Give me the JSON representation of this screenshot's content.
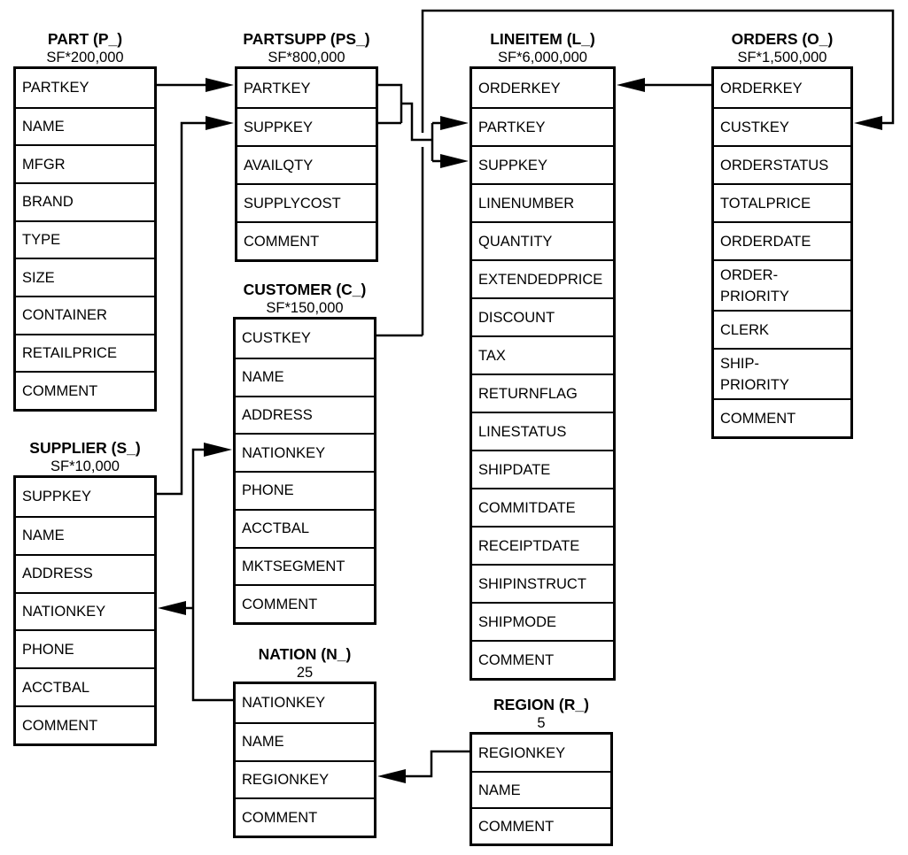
{
  "diagram": {
    "name": "TPC-H schema entity-relationship diagram",
    "colors": {
      "line": "#000000",
      "background": "#ffffff",
      "text": "#000000"
    }
  },
  "tables": {
    "part": {
      "title": "PART (P_)",
      "cardinality": "SF*200,000",
      "columns": [
        "PARTKEY",
        "NAME",
        "MFGR",
        "BRAND",
        "TYPE",
        "SIZE",
        "CONTAINER",
        "RETAILPRICE",
        "COMMENT"
      ]
    },
    "partsupp": {
      "title": "PARTSUPP (PS_)",
      "cardinality": "SF*800,000",
      "columns": [
        "PARTKEY",
        "SUPPKEY",
        "AVAILQTY",
        "SUPPLYCOST",
        "COMMENT"
      ]
    },
    "lineitem": {
      "title": "LINEITEM (L_)",
      "cardinality": "SF*6,000,000",
      "columns": [
        "ORDERKEY",
        "PARTKEY",
        "SUPPKEY",
        "LINENUMBER",
        "QUANTITY",
        "EXTENDEDPRICE",
        "DISCOUNT",
        "TAX",
        "RETURNFLAG",
        "LINESTATUS",
        "SHIPDATE",
        "COMMITDATE",
        "RECEIPTDATE",
        "SHIPINSTRUCT",
        "SHIPMODE",
        "COMMENT"
      ]
    },
    "orders": {
      "title": "ORDERS (O_)",
      "cardinality": "SF*1,500,000",
      "columns": [
        "ORDERKEY",
        "CUSTKEY",
        "ORDERSTATUS",
        "TOTALPRICE",
        "ORDERDATE",
        "ORDER-\nPRIORITY",
        "CLERK",
        "SHIP-\nPRIORITY",
        "COMMENT"
      ]
    },
    "customer": {
      "title": "CUSTOMER (C_)",
      "cardinality": "SF*150,000",
      "columns": [
        "CUSTKEY",
        "NAME",
        "ADDRESS",
        "NATIONKEY",
        "PHONE",
        "ACCTBAL",
        "MKTSEGMENT",
        "COMMENT"
      ]
    },
    "supplier": {
      "title": "SUPPLIER (S_)",
      "cardinality": "SF*10,000",
      "columns": [
        "SUPPKEY",
        "NAME",
        "ADDRESS",
        "NATIONKEY",
        "PHONE",
        "ACCTBAL",
        "COMMENT"
      ]
    },
    "nation": {
      "title": "NATION (N_)",
      "cardinality": "25",
      "columns": [
        "NATIONKEY",
        "NAME",
        "REGIONKEY",
        "COMMENT"
      ]
    },
    "region": {
      "title": "REGION (R_)",
      "cardinality": "5",
      "columns": [
        "REGIONKEY",
        "NAME",
        "COMMENT"
      ]
    }
  },
  "relationships": [
    {
      "from": "PART.PARTKEY",
      "to": "PARTSUPP.PARTKEY"
    },
    {
      "from": "SUPPLIER.SUPPKEY",
      "to": "PARTSUPP.SUPPKEY"
    },
    {
      "from": "PARTSUPP.PARTKEY",
      "to": "LINEITEM.PARTKEY"
    },
    {
      "from": "PARTSUPP.SUPPKEY",
      "to": "LINEITEM.SUPPKEY"
    },
    {
      "from": "ORDERS.ORDERKEY",
      "to": "LINEITEM.ORDERKEY"
    },
    {
      "from": "CUSTOMER.CUSTKEY",
      "to": "ORDERS.CUSTKEY"
    },
    {
      "from": "NATION.NATIONKEY",
      "to": "CUSTOMER.NATIONKEY"
    },
    {
      "from": "NATION.NATIONKEY",
      "to": "SUPPLIER.NATIONKEY"
    },
    {
      "from": "REGION.REGIONKEY",
      "to": "NATION.REGIONKEY"
    }
  ]
}
